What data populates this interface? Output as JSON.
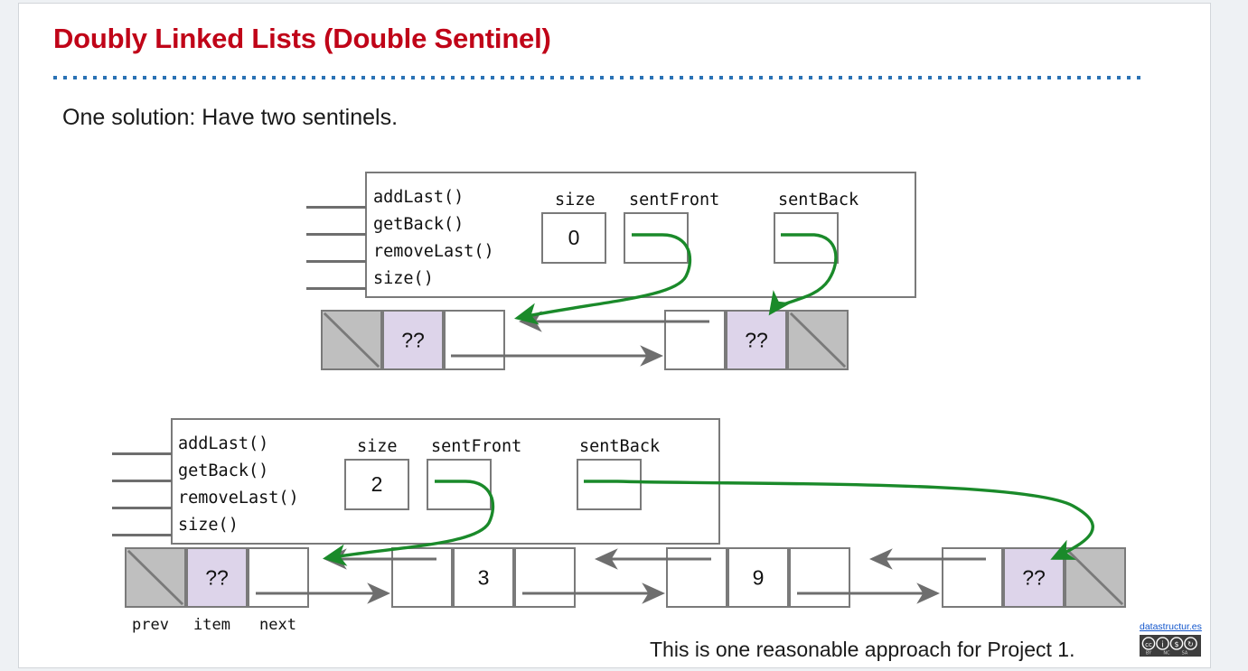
{
  "slide": {
    "title": "Doubly Linked Lists (Double Sentinel)",
    "subtitle": "One solution: Have two sentinels.",
    "caption": "This is one reasonable approach for Project 1.",
    "attribution_link": "datastructur.es",
    "license_badge": "cc-by-nc-sa-icon",
    "colors": {
      "title": "#C00418",
      "divider_dots": "#2a72b5",
      "arrow_green": "#1a8a2a",
      "pointer_grey": "#6e6e6e",
      "box_border": "#7a7a7a",
      "sentinel_item_fill": "#ddd4ea",
      "null_cell_fill": "#bfbfbf",
      "slide_background": "#ffffff",
      "page_background": "#eef1f4"
    }
  },
  "diagram_empty": {
    "methods": [
      "addLast()",
      "getBack()",
      "removeLast()",
      "size()"
    ],
    "fields": [
      {
        "name": "size",
        "value": "0"
      },
      {
        "name": "sentFront",
        "value": ""
      },
      {
        "name": "sentBack",
        "value": ""
      }
    ],
    "nodes": [
      {
        "prev": "null",
        "item": "??",
        "next": "pointer",
        "role": "front-sentinel"
      },
      {
        "prev": "pointer",
        "item": "??",
        "next": "null",
        "role": "back-sentinel"
      }
    ]
  },
  "diagram_two_items": {
    "methods": [
      "addLast()",
      "getBack()",
      "removeLast()",
      "size()"
    ],
    "fields": [
      {
        "name": "size",
        "value": "2"
      },
      {
        "name": "sentFront",
        "value": ""
      },
      {
        "name": "sentBack",
        "value": ""
      }
    ],
    "nodes": [
      {
        "prev": "null",
        "item": "??",
        "next": "pointer",
        "role": "front-sentinel"
      },
      {
        "prev": "pointer",
        "item": "3",
        "next": "pointer",
        "role": "data-node"
      },
      {
        "prev": "pointer",
        "item": "9",
        "next": "pointer",
        "role": "data-node"
      },
      {
        "prev": "pointer",
        "item": "??",
        "next": "null",
        "role": "back-sentinel"
      }
    ],
    "cell_captions": [
      "prev",
      "item",
      "next"
    ]
  }
}
